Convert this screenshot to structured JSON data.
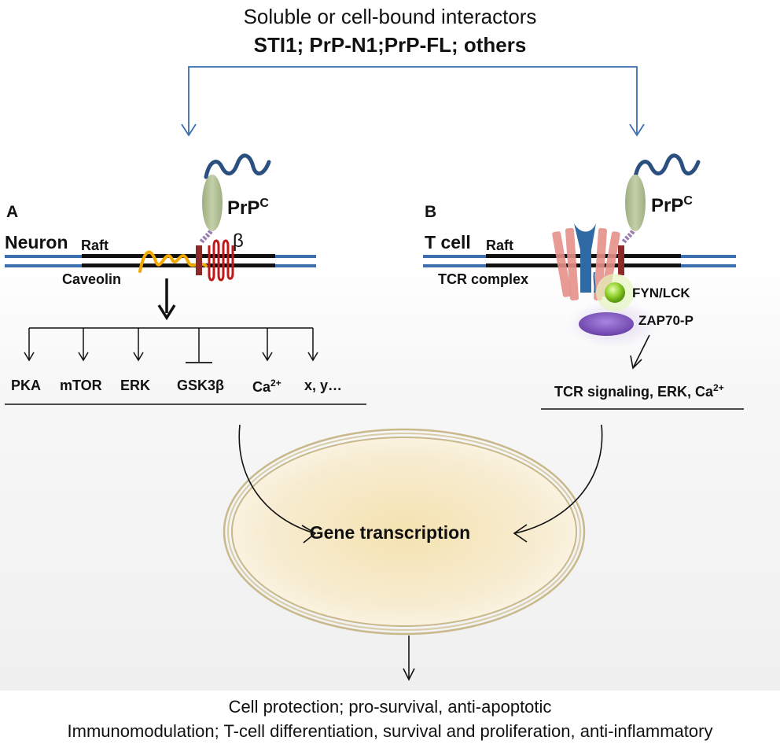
{
  "header": {
    "line1": "Soluble or cell-bound interactors",
    "line2": "STI1; PrP-N1;PrP-FL; others"
  },
  "panel_a": {
    "letter": "A",
    "cell_label": "Neuron",
    "raft_label": "Raft",
    "caveolin_label": "Caveolin",
    "prp_main": "PrP",
    "prp_sup": "C",
    "beta_label": "β",
    "targets": [
      {
        "text": "PKA",
        "sup": ""
      },
      {
        "text": "mTOR",
        "sup": ""
      },
      {
        "text": "ERK",
        "sup": ""
      },
      {
        "text": "GSK3β",
        "sup": ""
      },
      {
        "text": "Ca",
        "sup": "2+"
      },
      {
        "text": "x, y…",
        "sup": ""
      }
    ]
  },
  "panel_b": {
    "letter": "B",
    "cell_label": "T cell",
    "raft_label": "Raft",
    "tcr_complex_label": "TCR complex",
    "prp_main": "PrP",
    "prp_sup": "C",
    "fyn_label": "FYN/LCK",
    "zap_label": "ZAP70-P",
    "signaling_main": "TCR signaling, ERK, Ca",
    "signaling_sup": "2+"
  },
  "nucleus": {
    "label": "Gene transcription"
  },
  "outcome": {
    "line1": "Cell protection; pro-survival, anti-apoptotic",
    "line2": "Immunomodulation; T-cell differentiation, survival and proliferation, anti-inflammatory"
  },
  "colors": {
    "interactor_arrow": "#3d6fae",
    "membrane_blue": "#3d6fae",
    "raft_black": "#111111",
    "caveolin": "#f2a900",
    "prp_body": "#b7c49a",
    "prp_tail": "#2b5080",
    "linker": "#9a7ab0",
    "anchor": "#8c2a2a",
    "beta_receptor": "#c01818",
    "tcr_chains": "#e58f8a",
    "tcr_core": "#2f6aa5",
    "fyn_lck": "#8fcf2a",
    "zap70": "#7a50b8",
    "nucleus_fill": "#f2e3b4",
    "nucleus_border": "#c8b88a"
  }
}
